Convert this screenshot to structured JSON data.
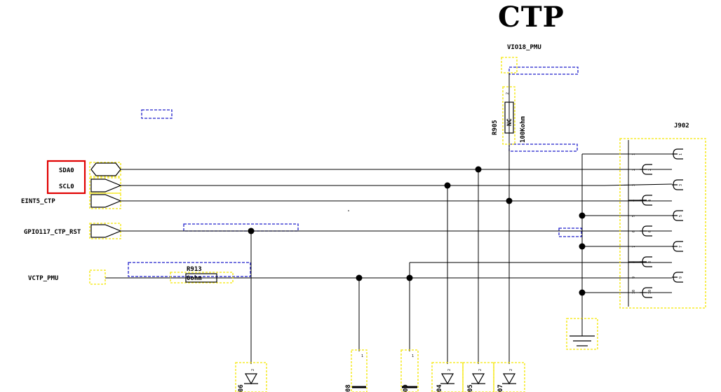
{
  "title": "CTP",
  "nets": {
    "sda": "SDA0",
    "scl": "SCL0",
    "eint": "EINT5_CTP",
    "gpio": "GPIO117_CTP_RST",
    "vctp": "VCTP_PMU",
    "vio": "VIO18_PMU"
  },
  "resistor_r905": {
    "ref": "R905",
    "value": "NC",
    "alt_value": "100Kohm",
    "pin": "2"
  },
  "resistor_r913": {
    "ref": "R913",
    "value": "0ohm"
  },
  "connector": {
    "ref": "J902",
    "pins": [
      "1",
      "2",
      "3",
      "4",
      "5",
      "6",
      "7",
      "8",
      "9",
      "10"
    ]
  },
  "bottom_parts": {
    "d906": "06",
    "c908": "08",
    "c909": "09",
    "d904": "04",
    "d905": "05",
    "d907": "07",
    "pin1": "1",
    "pin2": "2"
  },
  "colors": {
    "wire": "#000000",
    "part_outline": "#f5e600",
    "net_outline": "#2222cc",
    "highlight": "#e00000"
  }
}
